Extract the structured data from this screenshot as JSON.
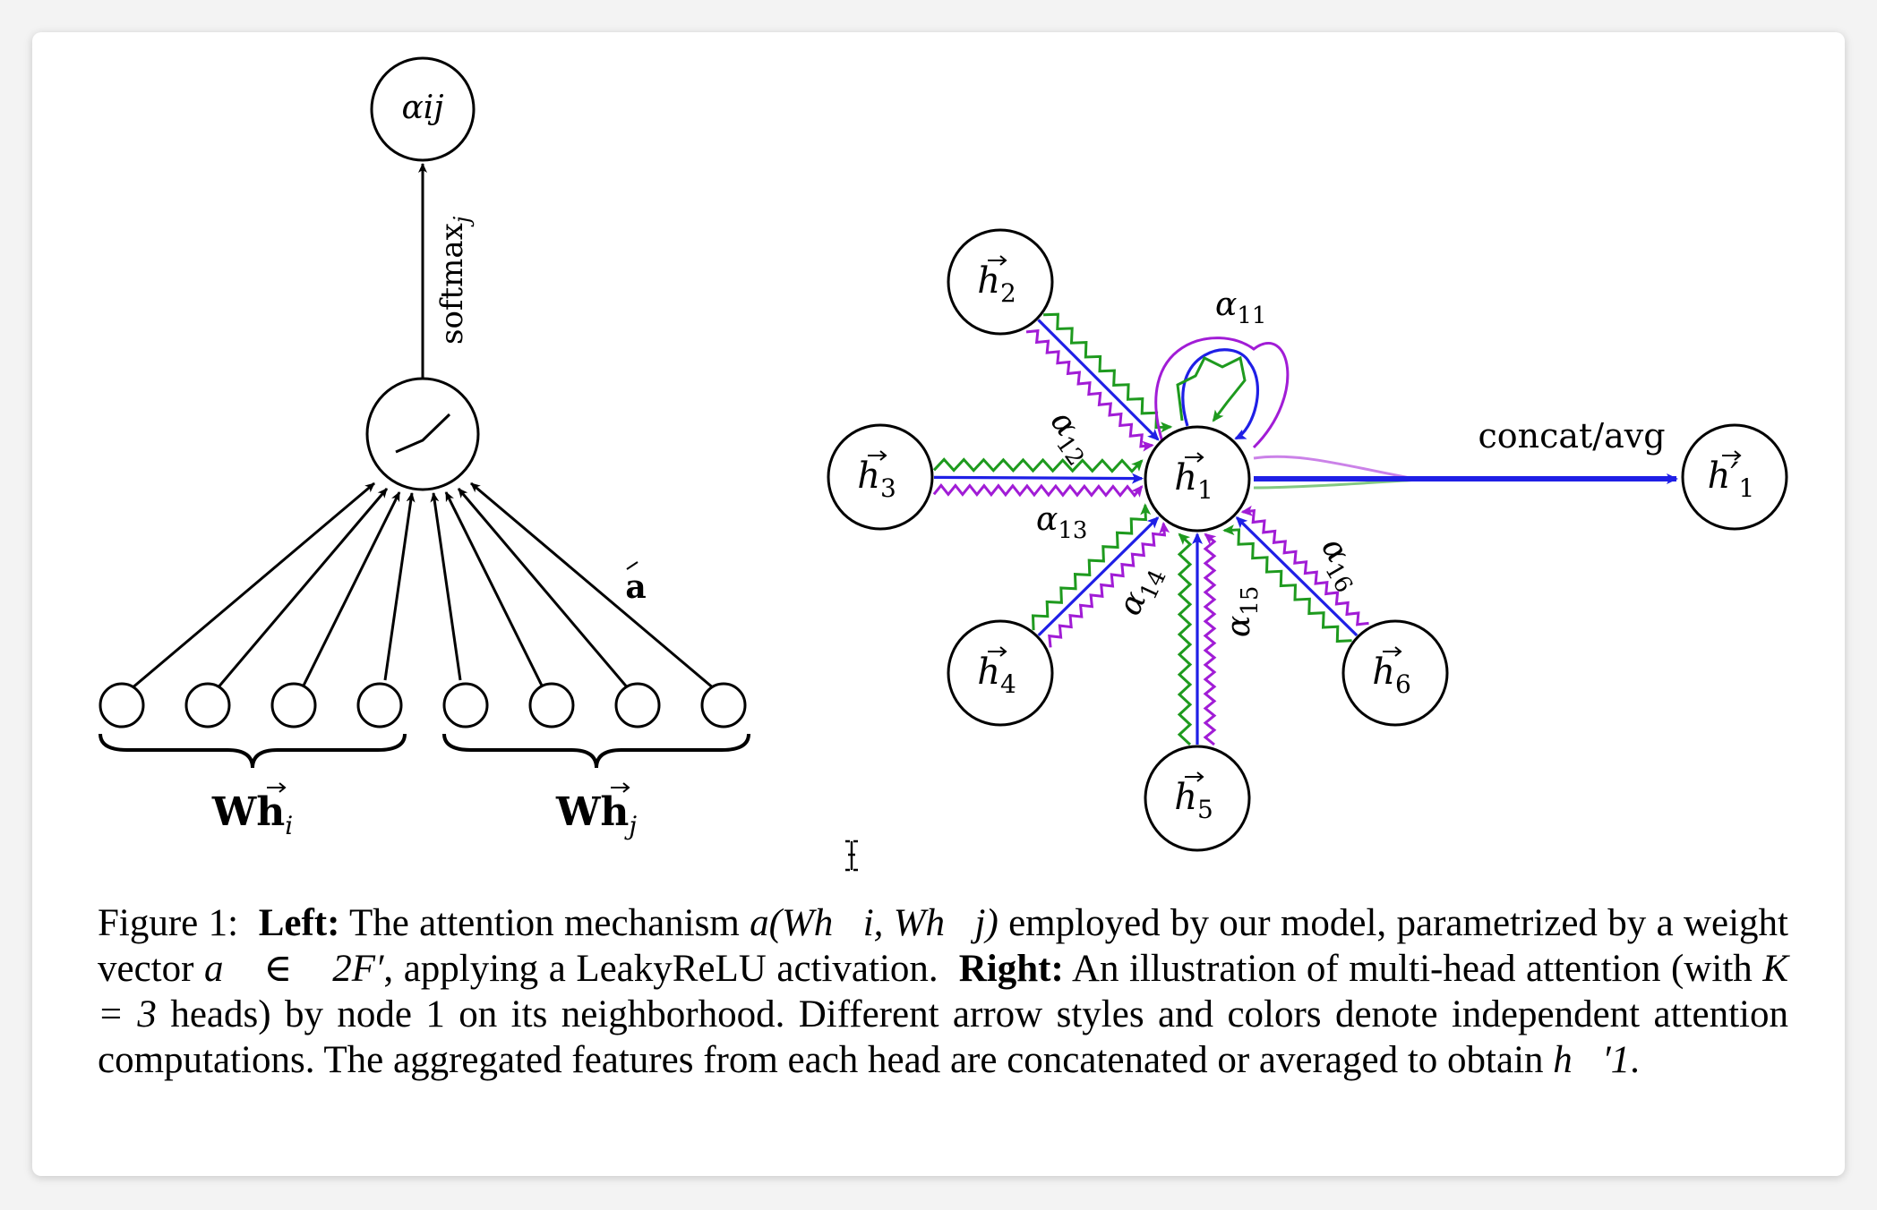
{
  "left_diagram": {
    "output_label": "αij",
    "softmax_label": "softmax",
    "softmax_sub": "j",
    "weight_label": "a",
    "group_i_label": "Wh",
    "group_i_sub": "i",
    "group_j_label": "Wh",
    "group_j_sub": "j"
  },
  "right_diagram": {
    "center_node": "h",
    "center_sub": "1",
    "output_node": "h′",
    "output_sub": "1",
    "concat_label": "concat/avg",
    "neighbors": [
      {
        "label": "h",
        "sub": "2"
      },
      {
        "label": "h",
        "sub": "3"
      },
      {
        "label": "h",
        "sub": "4"
      },
      {
        "label": "h",
        "sub": "5"
      },
      {
        "label": "h",
        "sub": "6"
      }
    ],
    "edge_labels": [
      {
        "label": "α",
        "sub": "11"
      },
      {
        "label": "α",
        "sub": "12"
      },
      {
        "label": "α",
        "sub": "13"
      },
      {
        "label": "α",
        "sub": "14"
      },
      {
        "label": "α",
        "sub": "15"
      },
      {
        "label": "α",
        "sub": "16"
      }
    ],
    "colors": {
      "head1": "#1f1fe6",
      "head2": "#1e9a1e",
      "head3": "#a11cd6"
    }
  },
  "caption": {
    "figure_label": "Figure 1:",
    "left_bold": "Left:",
    "text1": "The attention mechanism",
    "formula1": "a(Wh⃗i, Wh⃗j)",
    "text2": "employed by our model, parametrized by a weight vector",
    "formula2": "a⃗ ∈ ℝ2F′",
    "text3": ", applying a LeakyReLU activation.",
    "right_bold": "Right:",
    "text4": "An illustration of multi-head attention (with",
    "formula3": "K = 3",
    "text5": "heads) by node 1 on its neighborhood. Different arrow styles and colors denote independent attention computations. The aggregated features from each head are concatenated or averaged to obtain",
    "formula4": "h⃗′1",
    "text6": "."
  }
}
